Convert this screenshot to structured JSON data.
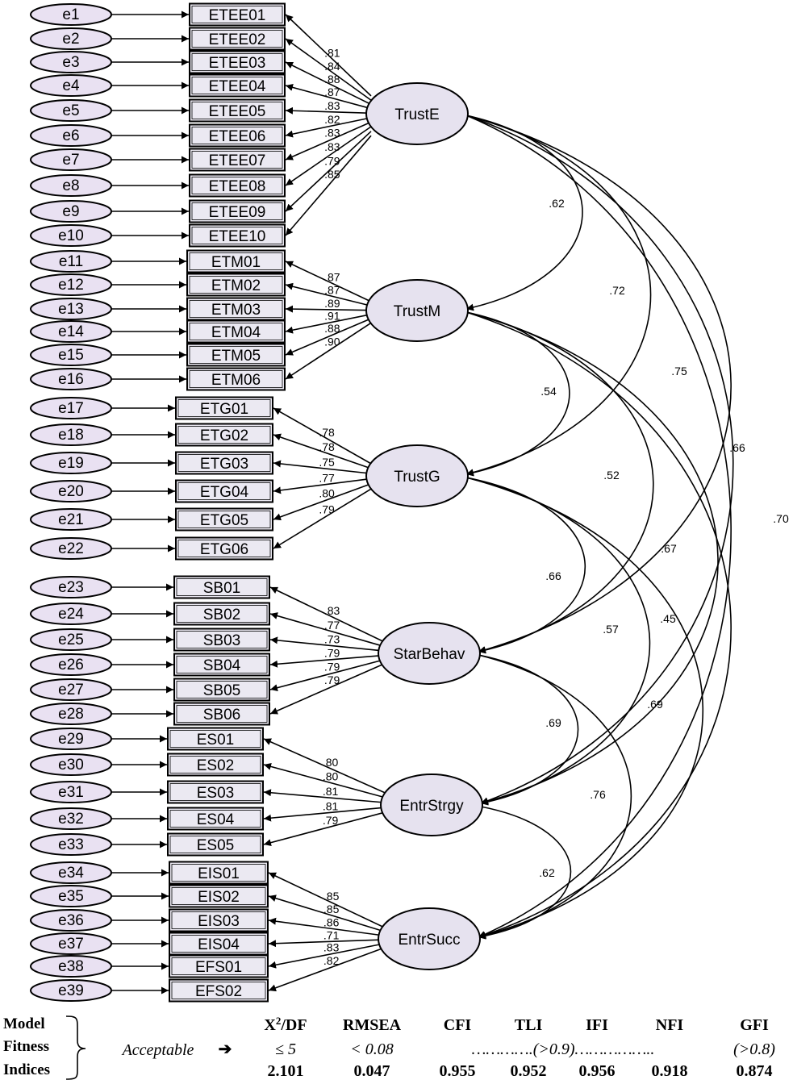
{
  "latents": [
    {
      "id": "TrustE",
      "label": "TrustE"
    },
    {
      "id": "TrustM",
      "label": "TrustM"
    },
    {
      "id": "TrustG",
      "label": "TrustG"
    },
    {
      "id": "StarBehav",
      "label": "StarBehav"
    },
    {
      "id": "EntrStrgy",
      "label": "EntrStrgy"
    },
    {
      "id": "EntrSucc",
      "label": "EntrSucc"
    }
  ],
  "indicators": [
    {
      "error": "e1",
      "name": "ETEE01",
      "latent": "TrustE",
      "loading": ".81"
    },
    {
      "error": "e2",
      "name": "ETEE02",
      "latent": "TrustE",
      "loading": ".84"
    },
    {
      "error": "e3",
      "name": "ETEE03",
      "latent": "TrustE",
      "loading": ".88"
    },
    {
      "error": "e4",
      "name": "ETEE04",
      "latent": "TrustE",
      "loading": ".87"
    },
    {
      "error": "e5",
      "name": "ETEE05",
      "latent": "TrustE",
      "loading": ".83"
    },
    {
      "error": "e6",
      "name": "ETEE06",
      "latent": "TrustE",
      "loading": ".82"
    },
    {
      "error": "e7",
      "name": "ETEE07",
      "latent": "TrustE",
      "loading": ".83"
    },
    {
      "error": "e8",
      "name": "ETEE08",
      "latent": "TrustE",
      "loading": ".83"
    },
    {
      "error": "e9",
      "name": "ETEE09",
      "latent": "TrustE",
      "loading": ".79"
    },
    {
      "error": "e10",
      "name": "ETEE10",
      "latent": "TrustE",
      "loading": ".85"
    },
    {
      "error": "e11",
      "name": "ETM01",
      "latent": "TrustM",
      "loading": ".87"
    },
    {
      "error": "e12",
      "name": "ETM02",
      "latent": "TrustM",
      "loading": ".87"
    },
    {
      "error": "e13",
      "name": "ETM03",
      "latent": "TrustM",
      "loading": ".89"
    },
    {
      "error": "e14",
      "name": "ETM04",
      "latent": "TrustM",
      "loading": ".91"
    },
    {
      "error": "e15",
      "name": "ETM05",
      "latent": "TrustM",
      "loading": ".88"
    },
    {
      "error": "e16",
      "name": "ETM06",
      "latent": "TrustM",
      "loading": ".90"
    },
    {
      "error": "e17",
      "name": "ETG01",
      "latent": "TrustG",
      "loading": ".78"
    },
    {
      "error": "e18",
      "name": "ETG02",
      "latent": "TrustG",
      "loading": ".78"
    },
    {
      "error": "e19",
      "name": "ETG03",
      "latent": "TrustG",
      "loading": ".75"
    },
    {
      "error": "e20",
      "name": "ETG04",
      "latent": "TrustG",
      "loading": ".77"
    },
    {
      "error": "e21",
      "name": "ETG05",
      "latent": "TrustG",
      "loading": ".80"
    },
    {
      "error": "e22",
      "name": "ETG06",
      "latent": "TrustG",
      "loading": ".79"
    },
    {
      "error": "e23",
      "name": "SB01",
      "latent": "StarBehav",
      "loading": ".83"
    },
    {
      "error": "e24",
      "name": "SB02",
      "latent": "StarBehav",
      "loading": ".77"
    },
    {
      "error": "e25",
      "name": "SB03",
      "latent": "StarBehav",
      "loading": ".73"
    },
    {
      "error": "e26",
      "name": "SB04",
      "latent": "StarBehav",
      "loading": ".79"
    },
    {
      "error": "e27",
      "name": "SB05",
      "latent": "StarBehav",
      "loading": ".79"
    },
    {
      "error": "e28",
      "name": "SB06",
      "latent": "StarBehav",
      "loading": ".79"
    },
    {
      "error": "e29",
      "name": "ES01",
      "latent": "EntrStrgy",
      "loading": ".80"
    },
    {
      "error": "e30",
      "name": "ES02",
      "latent": "EntrStrgy",
      "loading": ".80"
    },
    {
      "error": "e31",
      "name": "ES03",
      "latent": "EntrStrgy",
      "loading": ".81"
    },
    {
      "error": "e32",
      "name": "ES04",
      "latent": "EntrStrgy",
      "loading": ".81"
    },
    {
      "error": "e33",
      "name": "ES05",
      "latent": "EntrStrgy",
      "loading": ".79"
    },
    {
      "error": "e34",
      "name": "EIS01",
      "latent": "EntrSucc",
      "loading": ".85"
    },
    {
      "error": "e35",
      "name": "EIS02",
      "latent": "EntrSucc",
      "loading": ".85"
    },
    {
      "error": "e36",
      "name": "EIS03",
      "latent": "EntrSucc",
      "loading": ".86"
    },
    {
      "error": "e37",
      "name": "EIS04",
      "latent": "EntrSucc",
      "loading": ".71"
    },
    {
      "error": "e38",
      "name": "EFS01",
      "latent": "EntrSucc",
      "loading": ".83"
    },
    {
      "error": "e39",
      "name": "EFS02",
      "latent": "EntrSucc",
      "loading": ".82"
    }
  ],
  "correlations": [
    {
      "from": "TrustE",
      "to": "TrustM",
      "value": ".62"
    },
    {
      "from": "TrustE",
      "to": "TrustG",
      "value": ".72"
    },
    {
      "from": "TrustE",
      "to": "StarBehav",
      "value": ".75"
    },
    {
      "from": "TrustE",
      "to": "EntrStrgy",
      "value": ".66"
    },
    {
      "from": "TrustE",
      "to": "EntrSucc",
      "value": ".70"
    },
    {
      "from": "TrustM",
      "to": "TrustG",
      "value": ".54"
    },
    {
      "from": "TrustM",
      "to": "StarBehav",
      "value": ".52"
    },
    {
      "from": "TrustM",
      "to": "EntrStrgy",
      "value": ".67"
    },
    {
      "from": "TrustM",
      "to": "EntrSucc",
      "value": ".45"
    },
    {
      "from": "TrustG",
      "to": "StarBehav",
      "value": ".66"
    },
    {
      "from": "TrustG",
      "to": "EntrStrgy",
      "value": ".57"
    },
    {
      "from": "TrustG",
      "to": "EntrSucc",
      "value": ".69"
    },
    {
      "from": "StarBehav",
      "to": "EntrStrgy",
      "value": ".69"
    },
    {
      "from": "StarBehav",
      "to": "EntrSucc",
      "value": ".76"
    },
    {
      "from": "EntrStrgy",
      "to": "EntrSucc",
      "value": ".62"
    }
  ],
  "fit": {
    "label_lines": [
      "Model",
      "Fitness",
      "Indices"
    ],
    "acceptable_label": "Acceptable",
    "arrow_glyph": "➔",
    "metrics": [
      {
        "name_html": "X<tspan baseline-shift=\"super\" font-size=\"13\">2</tspan>/DF",
        "name": "X2/DF",
        "threshold": "≤ 5",
        "value": "2.101"
      },
      {
        "name": "RMSEA",
        "threshold": "< 0.08",
        "value": "0.047"
      },
      {
        "name": "CFI",
        "threshold": "",
        "value": "0.955"
      },
      {
        "name": "TLI",
        "threshold": "",
        "value": "0.952"
      },
      {
        "name": "IFI",
        "threshold": "",
        "value": "0.956"
      },
      {
        "name": "NFI",
        "threshold": "",
        "value": "0.918"
      },
      {
        "name": "GFI",
        "threshold": "(>0.8)",
        "value": "0.874"
      }
    ],
    "shared_threshold": "………….(>0.9)…………….."
  },
  "colors": {
    "error_fill": "#e9e1f2",
    "latent_fill": "#e6e2ef",
    "indicator_fill": "#ebe9f2",
    "stroke": "#000000"
  }
}
